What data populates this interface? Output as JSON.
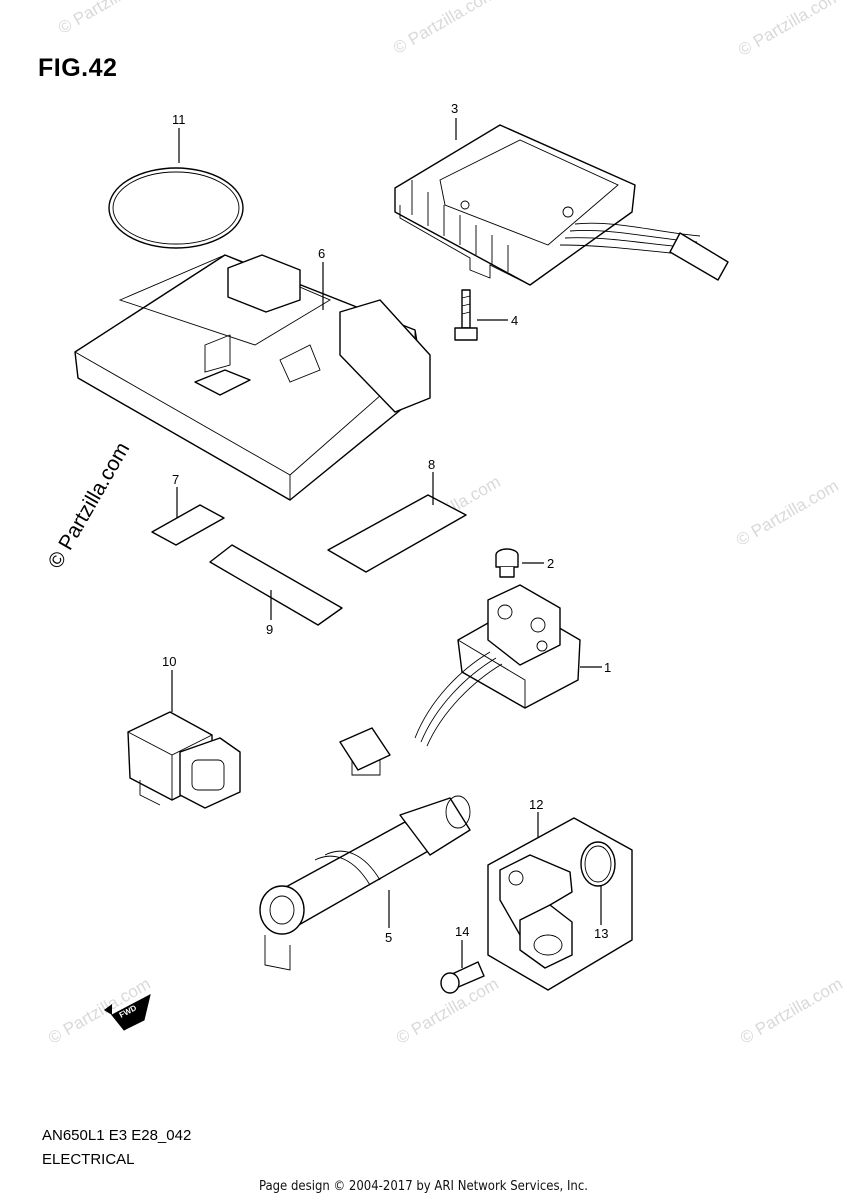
{
  "figure": {
    "title": "FIG.42",
    "code": "AN650L1 E3 E28_042",
    "section": "ELECTRICAL",
    "footer": "Page design © 2004-2017 by ARI Network Services, Inc."
  },
  "watermark": {
    "side": "© Partzilla.com",
    "tiles": [
      "© Partzilla.com"
    ]
  },
  "callouts": [
    "1",
    "2",
    "3",
    "4",
    "5",
    "6",
    "7",
    "8",
    "9",
    "10",
    "11",
    "12",
    "13",
    "14"
  ],
  "fwd_label": "FWD",
  "colors": {
    "line": "#000000",
    "watermark": "#d9d9d9",
    "background": "#ffffff"
  }
}
